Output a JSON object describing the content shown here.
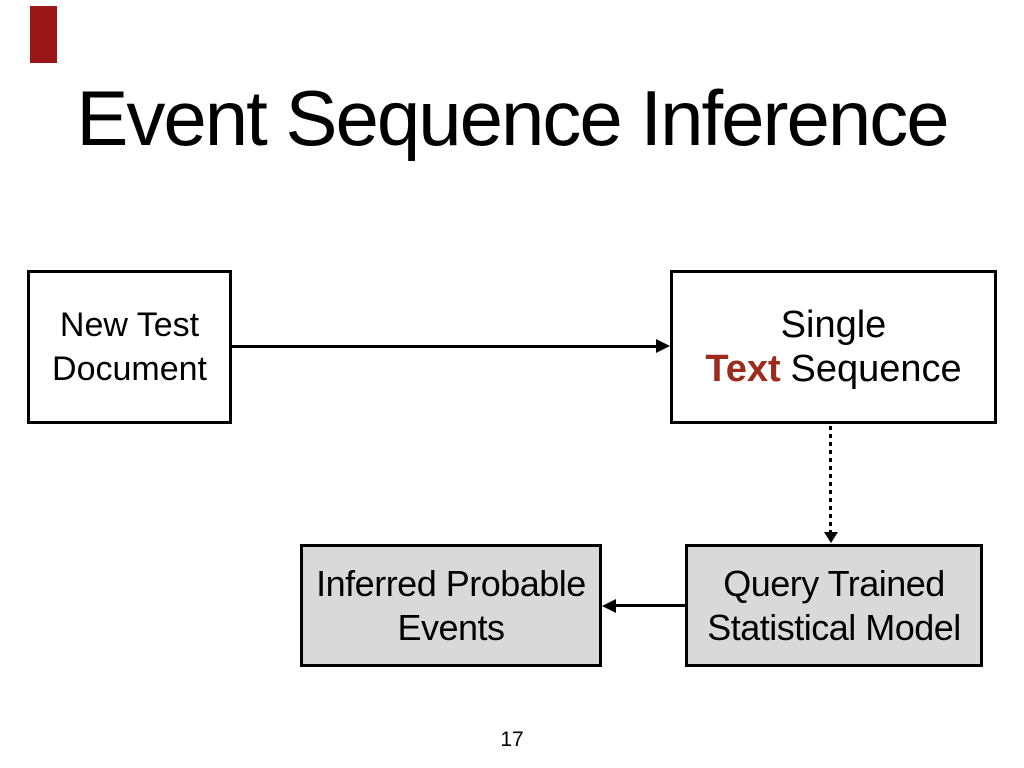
{
  "slide": {
    "title": "Event Sequence Inference",
    "page_number": "17",
    "colors": {
      "accent_bar_red": "#9b1717",
      "highlight_text_red": "#9c2b1b",
      "model_box_gray": "#d9d9d9",
      "text_black": "#000000",
      "background": "#ffffff"
    },
    "boxes": {
      "new_test_document": {
        "line1": "New Test",
        "line2": "Document"
      },
      "single_text_sequence": {
        "line1": "Single",
        "line2_red": "Text",
        "line2_rest": "Sequence"
      },
      "inferred_probable_events": {
        "line1": "Inferred Probable",
        "line2": "Events"
      },
      "query_trained_statistical_model": {
        "line1": "Query Trained",
        "line2": "Statistical Model"
      }
    }
  }
}
